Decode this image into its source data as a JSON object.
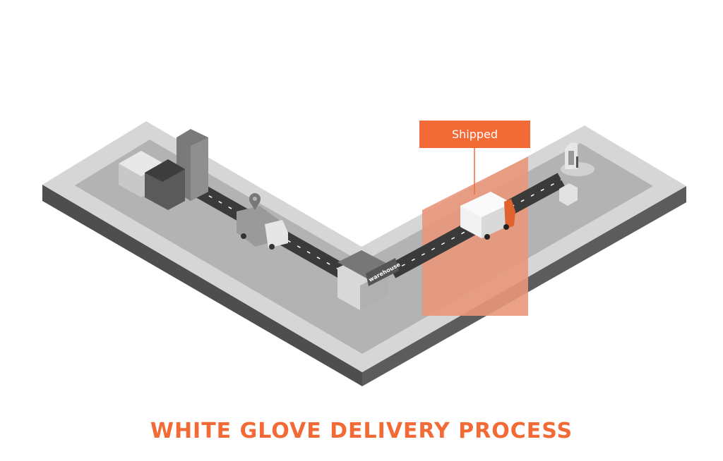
{
  "title": "WHITE GLOVE DELIVERY PROCESS",
  "stage_label": "Shipped",
  "warehouse_sign": "warehouse",
  "colors": {
    "accent": "#f26a36",
    "highlight": "#e8977a",
    "road": "#3a3a3a",
    "ground": "#b3b3b3",
    "border": "#d6d6d6",
    "edge": "#555555"
  }
}
